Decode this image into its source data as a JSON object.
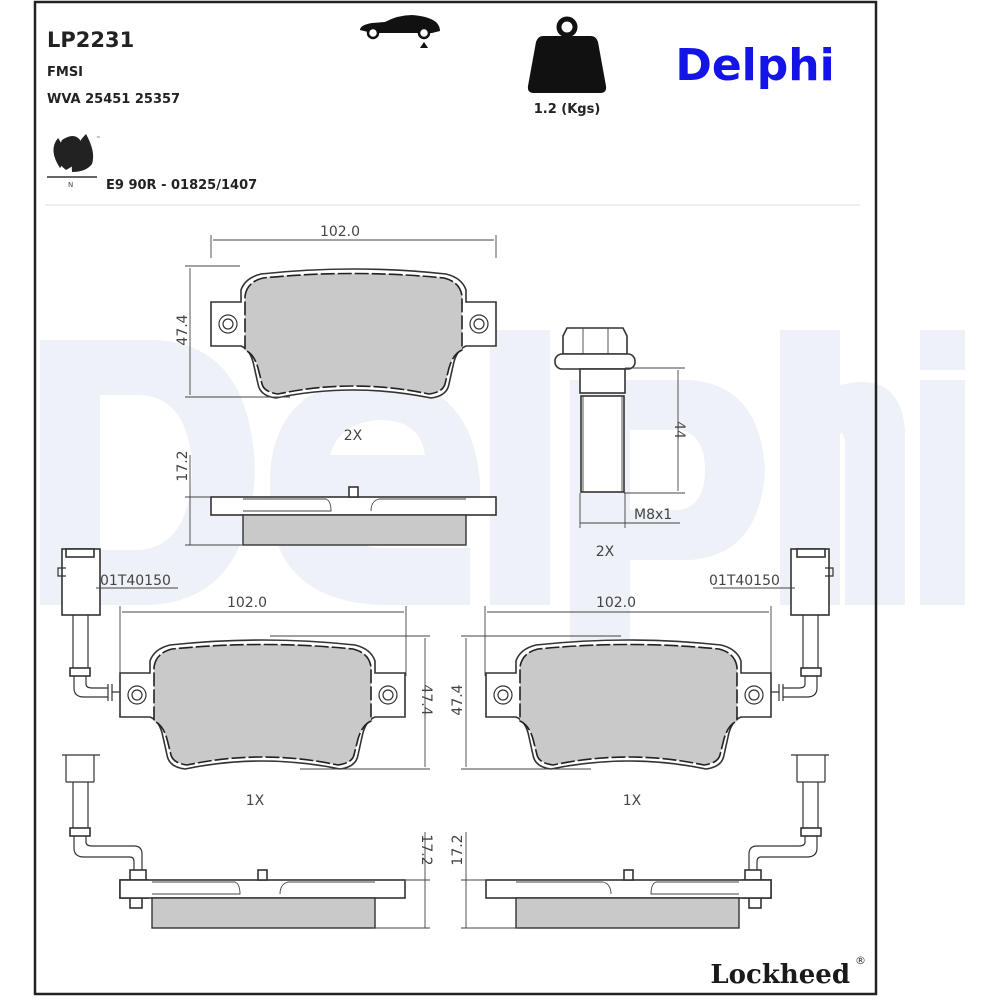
{
  "header": {
    "part_number": "LP2231",
    "fmsi_label": "FMSI",
    "wva": "WVA 25451 25357",
    "approval": "E9 90R - 01825/1407",
    "eco_label": "N",
    "eco_tm": "™",
    "weight": "1.2 (Kgs)",
    "brand": "Delphi"
  },
  "colors": {
    "brand": "#1414e6",
    "friction": "#c9c9c9",
    "watermark": "#eef1f7"
  },
  "drawing": {
    "top_pad": {
      "width": "102.0",
      "height": "47.4",
      "thickness": "17.2",
      "qty": "2X"
    },
    "bolt": {
      "length": "44",
      "thread": "M8x1",
      "qty": "2X"
    },
    "left_pad": {
      "sensor_code": "01T40150",
      "width": "102.0",
      "height": "47.4",
      "thickness": "17.2",
      "qty": "1X"
    },
    "right_pad": {
      "sensor_code": "01T40150",
      "width": "102.0",
      "height": "47.4",
      "thickness": "17.2",
      "qty": "1X"
    }
  },
  "footer": {
    "brand": "Lockheed",
    "registered": "®"
  }
}
